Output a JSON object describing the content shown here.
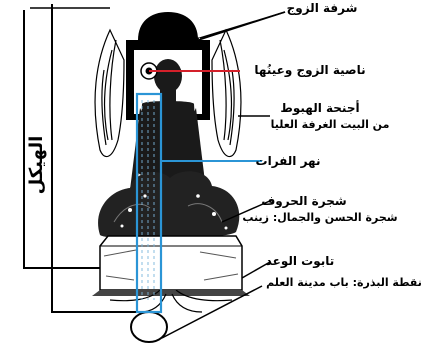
{
  "labels": {
    "chamber": "شرفة الزوج",
    "forelock": "ناصية الزوج وعينُها",
    "wings_line1": "أجنحة الهبوط",
    "wings_line2": "من البيت الغرفة العليا",
    "river": "نهر الفرات",
    "tree_line1": "شجرة الحروف",
    "tree_line2": "شجرة الحسن والجمال: زينب",
    "ark": "تابوت الوعد",
    "seed": "نقطة البذرة: باب مدينة العلم",
    "temple": "الهيكل"
  },
  "colors": {
    "ink": "#000000",
    "red_line": "#d4202a",
    "blue_line": "#2b95d6",
    "background": "#ffffff"
  }
}
